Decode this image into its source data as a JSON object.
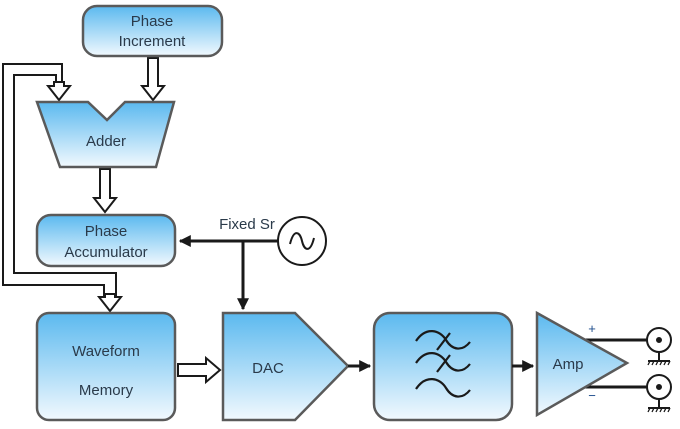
{
  "blocks": {
    "phase_increment": [
      "Phase",
      "Increment"
    ],
    "adder": "Adder",
    "phase_accumulator": [
      "Phase",
      "Accumulator"
    ],
    "waveform_memory": [
      "Waveform",
      "Memory"
    ],
    "dac": "DAC",
    "filter": "",
    "amp": "Amp"
  },
  "clock_label": "Fixed Sr",
  "amp_outputs": {
    "plus": "+",
    "minus": "−"
  },
  "colors": {
    "block_top": "#5bb9ef",
    "block_bottom": "#f2f9fe",
    "stroke": "#5a5a5a",
    "wire": "#1a1a1a"
  }
}
